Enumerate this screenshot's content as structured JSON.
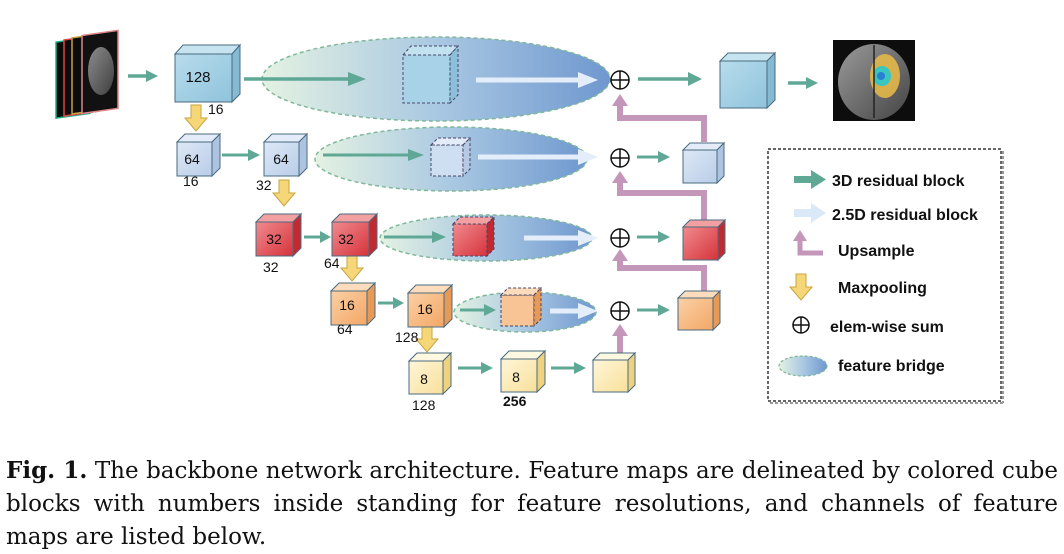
{
  "figure": {
    "caption_label": "Fig. 1.",
    "caption_text": "The backbone network architecture. Feature maps are delineated by colored cube blocks with numbers inside standing for feature resolutions, and channels of feature maps are listed below."
  },
  "levels": [
    {
      "resolution": "128",
      "channels": "16"
    },
    {
      "resolution_a": "64",
      "channels_a": "16",
      "resolution_b": "64",
      "channels_b": "32"
    },
    {
      "resolution_a": "32",
      "channels_a": "32",
      "resolution_b": "32",
      "channels_b": "64"
    },
    {
      "resolution_a": "16",
      "channels_a": "64",
      "resolution_b": "16",
      "channels_b": "128"
    },
    {
      "resolution_a": "8",
      "channels_a": "128",
      "resolution_b": "8",
      "channels_b": "256"
    }
  ],
  "legend": {
    "items": [
      {
        "label": "3D residual block",
        "icon": "teal-arrow-icon"
      },
      {
        "label": "2.5D residual block",
        "icon": "light-blue-arrow-icon"
      },
      {
        "label": "Upsample",
        "icon": "purple-upsample-arrow-icon"
      },
      {
        "label": "Maxpooling",
        "icon": "yellow-down-arrow-icon"
      },
      {
        "label": "elem-wise sum",
        "icon": "circle-plus-icon"
      },
      {
        "label": "feature bridge",
        "icon": "bridge-ellipse-icon"
      }
    ]
  },
  "colors": {
    "residual3d": "#5fa896",
    "residual25d": "#dbe8f7",
    "upsample": "#c396ba",
    "maxpool": "#f5d77a",
    "level0": "#a8d4e6",
    "level1": "#cfdff2",
    "level2": "#e0474e",
    "level3": "#f6b57e",
    "level4": "#fbe7b0"
  }
}
